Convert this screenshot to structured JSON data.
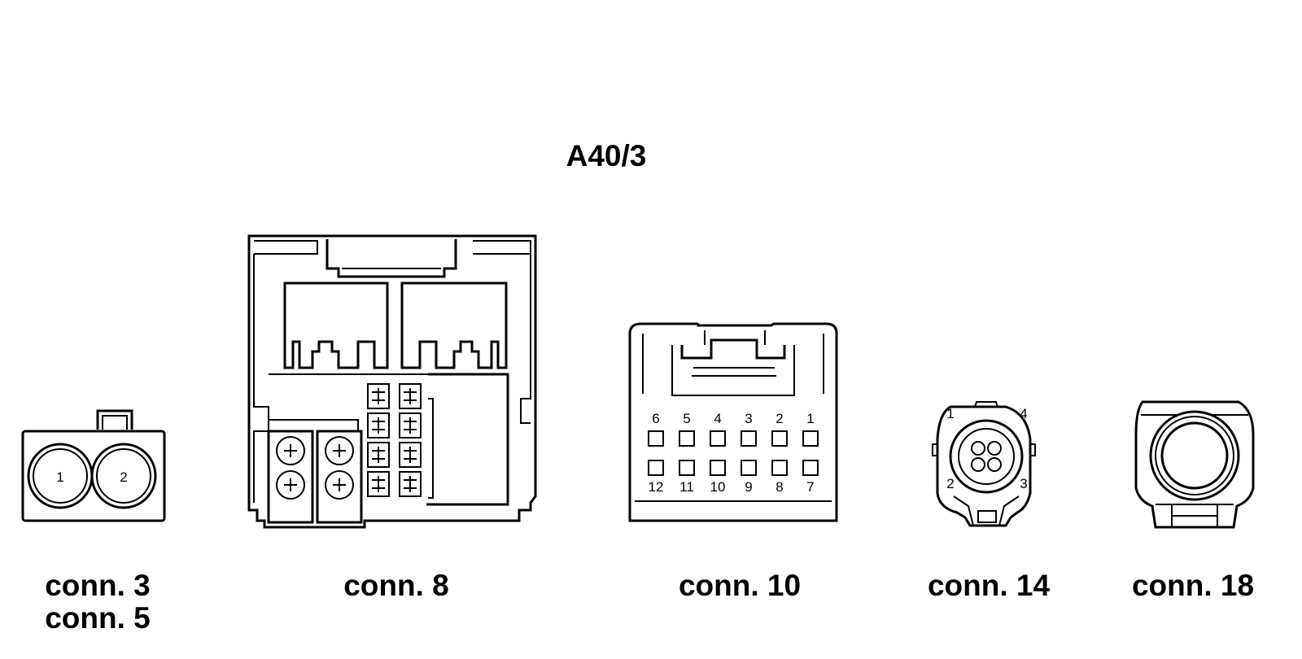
{
  "title": "A40/3",
  "connectors": [
    {
      "id": "conn3",
      "labels": [
        "conn. 3",
        "conn. 5"
      ],
      "pins": [
        "1",
        "2"
      ]
    },
    {
      "id": "conn8",
      "labels": [
        "conn. 8"
      ]
    },
    {
      "id": "conn10",
      "labels": [
        "conn. 10"
      ],
      "pins_top": [
        "6",
        "5",
        "4",
        "3",
        "2",
        "1"
      ],
      "pins_bottom": [
        "12",
        "11",
        "10",
        "9",
        "8",
        "7"
      ]
    },
    {
      "id": "conn14",
      "labels": [
        "conn. 14"
      ],
      "pins": [
        "1",
        "4",
        "2",
        "3"
      ]
    },
    {
      "id": "conn18",
      "labels": [
        "conn. 18"
      ]
    }
  ]
}
